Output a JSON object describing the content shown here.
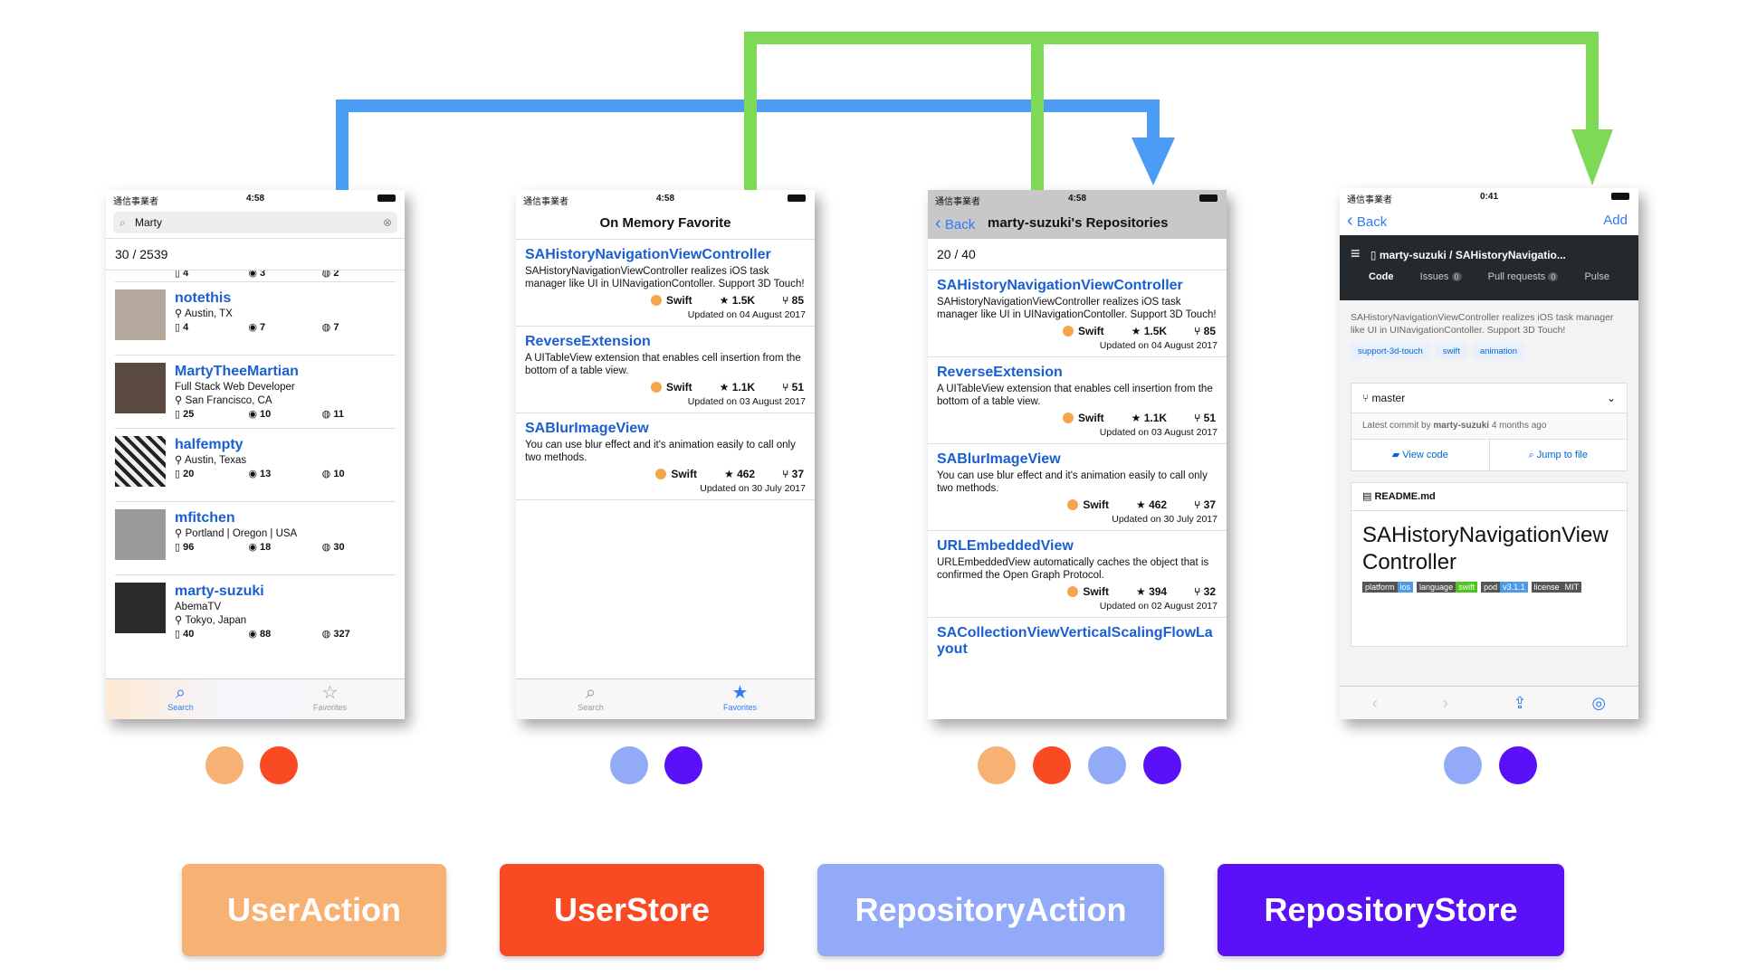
{
  "colors": {
    "user_action": "#f7b172",
    "user_store": "#f94a24",
    "repository_action": "#93aaf8",
    "repository_store": "#5b11f7",
    "blue_arrow": "#4b9cf5",
    "green_arrow": "#7ed957",
    "link": "#1a5fd0"
  },
  "labels": {
    "user_action": "UserAction",
    "user_store": "UserStore",
    "repository_action": "RepositoryAction",
    "repository_store": "RepositoryStore"
  },
  "status": {
    "carrier": "通信事業者",
    "time": "4:58",
    "time4": "0:41"
  },
  "phone1": {
    "search_value": "Marty",
    "count": "30 / 2539",
    "users": [
      {
        "name": "notethis",
        "line1": "",
        "location": "Austin, TX",
        "repos": "4",
        "followers": "7",
        "gists": "7"
      },
      {
        "name": "MartyTheeMartian",
        "line1": "Full Stack Web Developer",
        "location": "San Francisco, CA",
        "repos": "25",
        "followers": "10",
        "gists": "11"
      },
      {
        "name": "halfempty",
        "line1": "",
        "location": "Austin, Texas",
        "repos": "20",
        "followers": "13",
        "gists": "10"
      },
      {
        "name": "mfitchen",
        "line1": "",
        "location": "Portland | Oregon | USA",
        "repos": "96",
        "followers": "18",
        "gists": "30"
      },
      {
        "name": "marty-suzuki",
        "line1": "AbemaTV",
        "location": "Tokyo, Japan",
        "repos": "40",
        "followers": "88",
        "gists": "327"
      }
    ],
    "partial_row": {
      "repos": "4",
      "followers": "3",
      "gists": "2"
    },
    "tabs": [
      "Search",
      "Favorites"
    ]
  },
  "phone2": {
    "title": "On Memory Favorite",
    "repos": [
      {
        "name": "SAHistoryNavigationViewController",
        "desc": "SAHistoryNavigationViewController realizes iOS task manager like UI in UINavigationContoller. Support 3D Touch!",
        "lang": "Swift",
        "stars": "★ 1.5K",
        "forks": "⑂ 85",
        "updated": "Updated on 04 August 2017"
      },
      {
        "name": "ReverseExtension",
        "desc": "A UITableView extension that enables cell insertion from the bottom of a table view.",
        "lang": "Swift",
        "stars": "★ 1.1K",
        "forks": "⑂ 51",
        "updated": "Updated on 03 August 2017"
      },
      {
        "name": "SABlurImageView",
        "desc": "You can use blur effect and it's animation easily to call only two methods.",
        "lang": "Swift",
        "stars": "★ 462",
        "forks": "⑂ 37",
        "updated": "Updated on 30 July 2017"
      }
    ],
    "tabs": [
      "Search",
      "Favorites"
    ]
  },
  "phone3": {
    "back": "Back",
    "title": "marty-suzuki's Repositories",
    "count": "20 / 40",
    "repos": [
      {
        "name": "SAHistoryNavigationViewController",
        "desc": "SAHistoryNavigationViewController realizes iOS task manager like UI in UINavigationContoller. Support 3D Touch!",
        "lang": "Swift",
        "stars": "★ 1.5K",
        "forks": "⑂ 85",
        "updated": "Updated on 04 August 2017"
      },
      {
        "name": "ReverseExtension",
        "desc": "A UITableView extension that enables cell insertion from the bottom of a table view.",
        "lang": "Swift",
        "stars": "★ 1.1K",
        "forks": "⑂ 51",
        "updated": "Updated on 03 August 2017"
      },
      {
        "name": "SABlurImageView",
        "desc": "You can use blur effect and it's animation easily to call only two methods.",
        "lang": "Swift",
        "stars": "★ 462",
        "forks": "⑂ 37",
        "updated": "Updated on 30 July 2017"
      },
      {
        "name": "URLEmbeddedView",
        "desc": "URLEmbeddedView automatically caches the object that is confirmed the Open Graph Protocol.",
        "lang": "Swift",
        "stars": "★ 394",
        "forks": "⑂ 32",
        "updated": "Updated on 02 August 2017"
      }
    ],
    "last_name": "SACollectionViewVerticalScalingFlowLayout"
  },
  "phone4": {
    "back": "Back",
    "add": "Add",
    "repo_path": "marty-suzuki / SAHistoryNavigatio...",
    "tabs": [
      {
        "label": "Code",
        "badge": ""
      },
      {
        "label": "Issues",
        "badge": "0"
      },
      {
        "label": "Pull requests",
        "badge": "0"
      },
      {
        "label": "Pulse",
        "badge": ""
      }
    ],
    "desc": "SAHistoryNavigationViewController realizes iOS task manager like UI in UINavigationContoller. Support 3D Touch!",
    "topics": [
      "support-3d-touch",
      "swift",
      "animation"
    ],
    "branch": "master",
    "commit_prefix": "Latest commit by ",
    "commit_author": "marty-suzuki",
    "commit_suffix": " 4 months ago",
    "view_code": "View code",
    "jump_to_file": "Jump to file",
    "readme_file": "README.md",
    "readme_title": "SAHistoryNavigationViewController",
    "badges": [
      {
        "left": "platform",
        "right": "ios",
        "color": "#4c9be8"
      },
      {
        "left": "language",
        "right": "swift",
        "color": "#4cc61e"
      },
      {
        "left": "pod",
        "right": "v3.1.1",
        "color": "#4c9be8"
      },
      {
        "left": "license",
        "right": "MIT",
        "color": "#555555"
      }
    ]
  }
}
